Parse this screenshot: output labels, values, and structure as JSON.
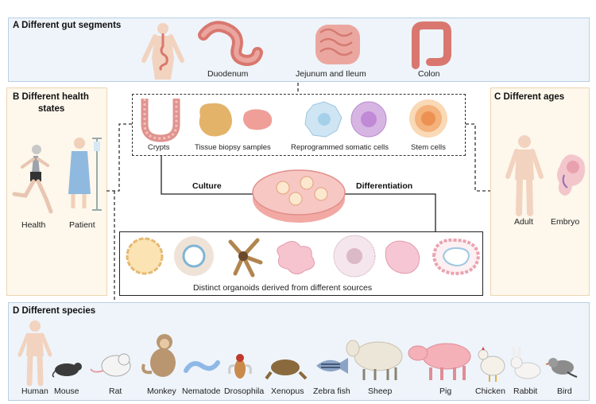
{
  "panel_a": {
    "title": "A Different gut segments",
    "items": [
      "Duodenum",
      "Jejunum and Ileum",
      "Colon"
    ]
  },
  "panel_b": {
    "title_line1": "B Different health",
    "title_line2": "states",
    "items": [
      "Health",
      "Patient"
    ]
  },
  "panel_c": {
    "title": "C Different ages",
    "items": [
      "Adult",
      "Embryo"
    ]
  },
  "sources": {
    "items": [
      "Crypts",
      "Tissue biopsy samples",
      "Reprogrammed somatic cells",
      "Stem cells"
    ]
  },
  "center": {
    "culture_label": "Culture",
    "differentiation_label": "Differentiation"
  },
  "organoids": {
    "caption": "Distinct organoids derived from different sources"
  },
  "panel_d": {
    "title": "D Different species",
    "species": [
      "Human",
      "Mouse",
      "Rat",
      "Monkey",
      "Nematode",
      "Drosophila",
      "Xenopus",
      "Zebra fish",
      "Sheep",
      "Pig",
      "Chicken",
      "Rabbit",
      "Bird"
    ]
  },
  "colors": {
    "tissue_pink": "#e0938f",
    "skin": "#f2d3bf",
    "panel_blue": "#eef4fa",
    "panel_cream": "#fdf7ec"
  }
}
